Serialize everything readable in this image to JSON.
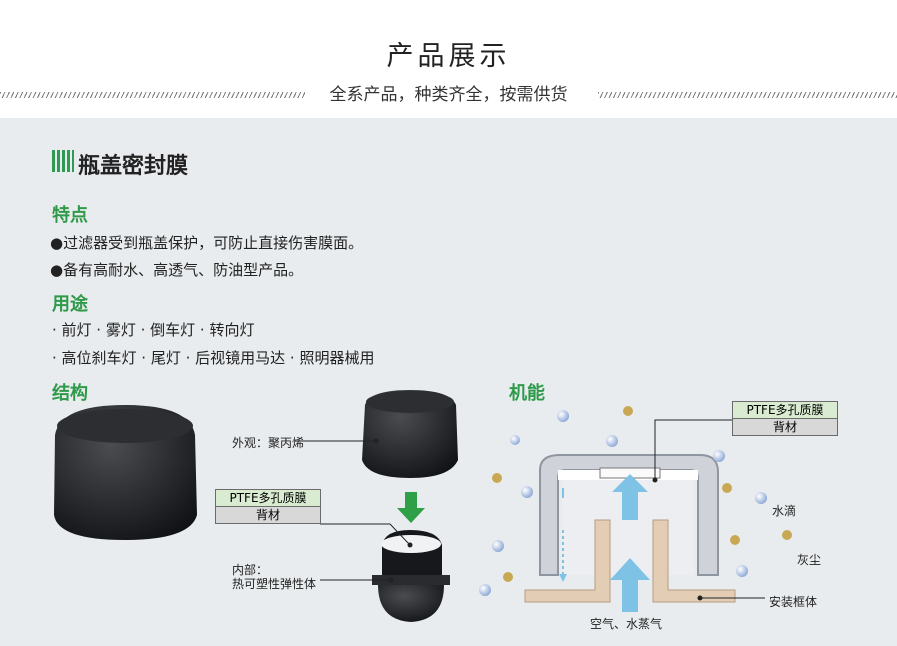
{
  "header": {
    "title": "产品展示",
    "subtitle": "全系产品，种类齐全，按需供货"
  },
  "section": {
    "title": "瓶盖密封膜",
    "features": {
      "heading": "特点",
      "items": [
        "●过滤器受到瓶盖保护，可防止直接伤害膜面。",
        "●备有高耐水、高透气、防油型产品。"
      ]
    },
    "uses": {
      "heading": "用途",
      "items": [
        "· 前灯 · 雾灯 · 倒车灯 · 转向灯",
        "· 高位刹车灯 · 尾灯 · 后视镜用马达 · 照明器械用"
      ]
    },
    "structure": {
      "heading": "结构",
      "exterior_label": "外观：聚丙烯",
      "membrane_label": "PTFE多孔质膜",
      "backing_label": "背材",
      "interior_label_1": "内部：",
      "interior_label_2": "热可塑性弹性体"
    },
    "function": {
      "heading": "机能",
      "membrane_label": "PTFE多孔质膜",
      "backing_label": "背材",
      "water_label": "水滴",
      "dust_label": "灰尘",
      "frame_label": "安装框体",
      "airflow_label": "空气、水蒸气"
    }
  },
  "colors": {
    "accent_green": "#2e9a4a",
    "arrow_blue": "#7ec3e6",
    "frame_tan": "#e3cdb5",
    "label_green": "#d9ecd1"
  }
}
